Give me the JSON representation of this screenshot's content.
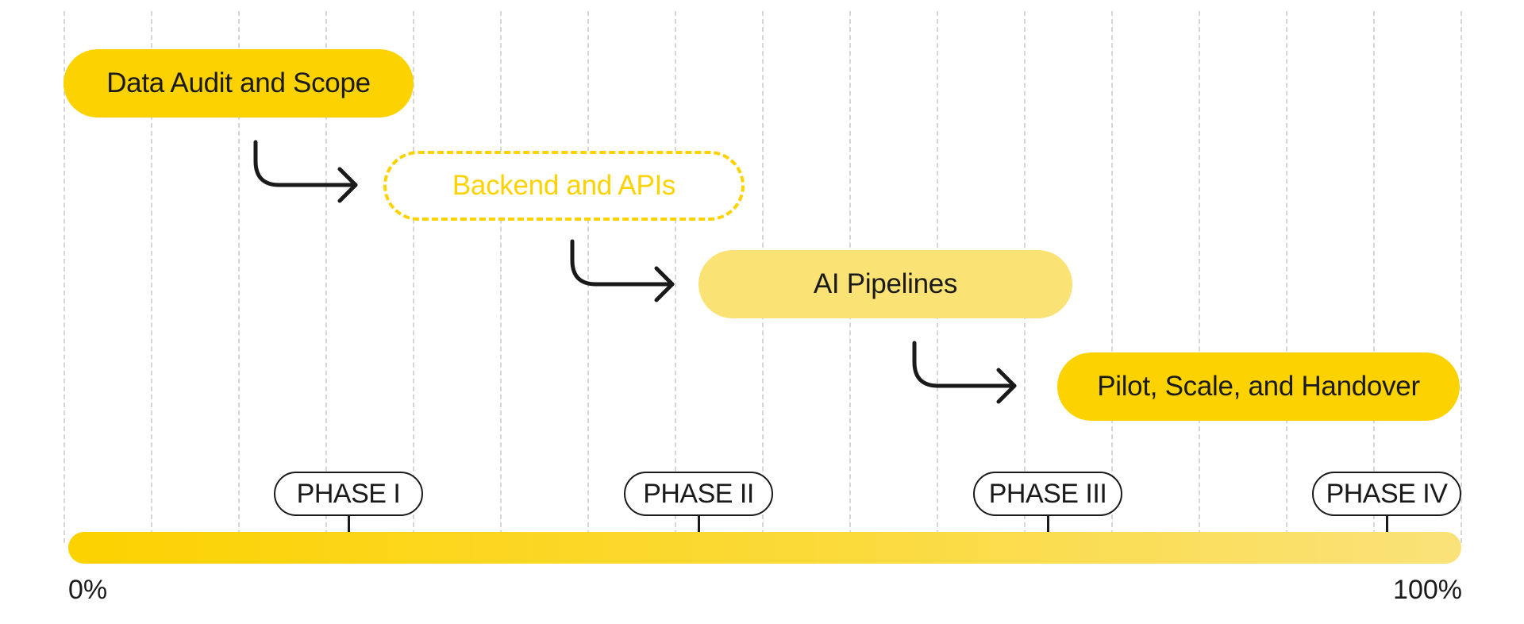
{
  "tasks": [
    {
      "label": "Data Audit and Scope",
      "style": "solid"
    },
    {
      "label": "Backend and APIs",
      "style": "dashed"
    },
    {
      "label": "AI Pipelines",
      "style": "light"
    },
    {
      "label": "Pilot, Scale, and Handover",
      "style": "solid"
    }
  ],
  "phases": [
    {
      "label": "PHASE I"
    },
    {
      "label": "PHASE II"
    },
    {
      "label": "PHASE III"
    },
    {
      "label": "PHASE IV"
    }
  ],
  "progress": {
    "start_label": "0%",
    "end_label": "100%"
  },
  "colors": {
    "accent_yellow": "#fcd200",
    "light_yellow": "#fae374",
    "text_dark": "#1a1a1a",
    "grid_dash": "#d6d6d6"
  },
  "icons": {
    "connector": "curved-right-arrow-icon"
  }
}
